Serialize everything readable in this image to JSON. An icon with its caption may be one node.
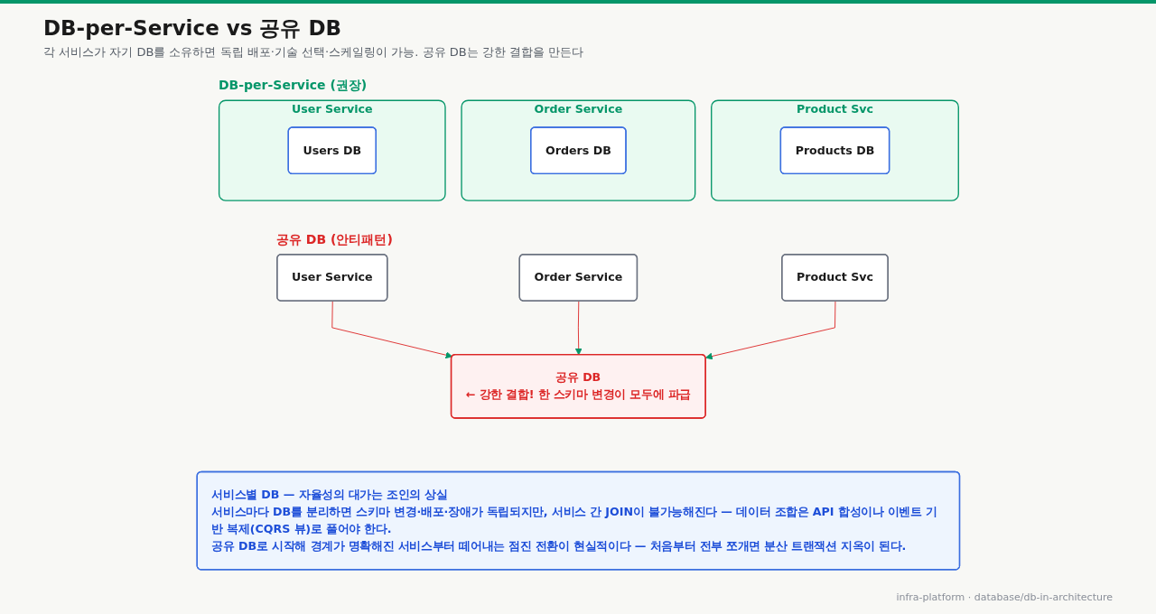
{
  "diagram": {
    "title": "DB-per-Service vs 공유 DB",
    "nodes": [
      {
        "text": [
          "User Service"
        ]
      },
      {
        "text": [
          "Users DB"
        ],
        "in": 0
      },
      {
        "text": [
          "Order Service"
        ]
      },
      {
        "text": [
          "Orders DB"
        ],
        "in": 2
      },
      {
        "text": [
          "Product Svc"
        ]
      },
      {
        "text": [
          "Products DB"
        ],
        "in": 4
      },
      {
        "text": [
          "User Service"
        ]
      },
      {
        "text": [
          "Order Service"
        ]
      },
      {
        "text": [
          "Product Svc"
        ]
      },
      {
        "text": [
          "공유 DB",
          "← 강한 결합! 한 스키마 변경이 모두에 파급"
        ]
      },
      {
        "text": [
          "서비스별 DB — 자율성의 대가는 조인의 상실",
          "서비스마다 DB를 분리하면 스키마 변경·배포·장애가 독립되지만, 서비스 간 JOIN이 불가능해진다 — 데이터 조합은 API 합성이나 이벤트 기반 복제(CQRS 뷰)로 풀어야 한다.",
          "공유 DB로 시작해 경계가 명확해진 서비스부터 떼어내는 점진 전환이 현실적이다 — 처음부터 전부 쪼개면 분산 트랜잭션 지옥이 된다."
        ]
      }
    ],
    "edges": [
      {
        "from": 6,
        "to": 9,
        "arrow": "to"
      },
      {
        "from": 7,
        "to": 9,
        "arrow": "to"
      },
      {
        "from": 8,
        "to": 9,
        "arrow": "to"
      }
    ],
    "labels": [
      "각 서비스가 자기 DB를 소유하면 독립 배포·기술 선택·스케일링이 가능. 공유 DB는 강한 결합을 만든다",
      "DB-per-Service (권장)",
      "공유 DB (안티패턴)",
      "infra-platform · database/db-in-architecture"
    ]
  }
}
